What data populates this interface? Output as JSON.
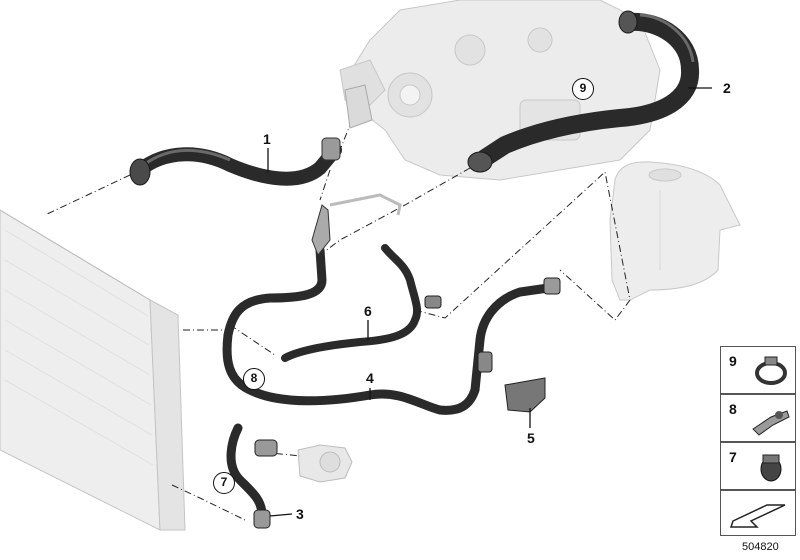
{
  "parts": [
    {
      "id": "part-1",
      "number": "1"
    },
    {
      "id": "part-2",
      "number": "2"
    },
    {
      "id": "part-3",
      "number": "3"
    },
    {
      "id": "part-4",
      "number": "4"
    },
    {
      "id": "part-5",
      "number": "5"
    },
    {
      "id": "part-6",
      "number": "6"
    }
  ],
  "circled_callouts": [
    {
      "id": "circle-9",
      "number": "9"
    },
    {
      "id": "circle-8",
      "number": "8"
    },
    {
      "id": "circle-7",
      "number": "7"
    }
  ],
  "legend": [
    {
      "number": "9",
      "icon": "hose-clamp-icon"
    },
    {
      "number": "8",
      "icon": "hose-bracket-icon"
    },
    {
      "number": "7",
      "icon": "hose-holder-icon"
    },
    {
      "number": "",
      "icon": "arrow-pointer-icon"
    }
  ],
  "reference_number": "504820"
}
